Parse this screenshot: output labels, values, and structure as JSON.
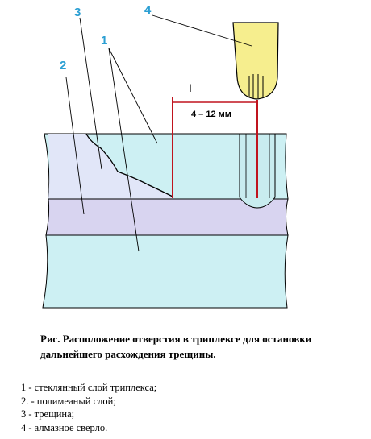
{
  "labels": {
    "callout_1": "1",
    "callout_2": "2",
    "callout_3": "3",
    "callout_4": "4",
    "dimension": "4 – 12 мм",
    "tick_mark": "I"
  },
  "colors": {
    "glass_layer": "#cdf0f3",
    "polymer_layer": "#d8d4f0",
    "crack": "#e1e6f8",
    "drill_bit": "#f6ee8e",
    "hole": "#c8ecef",
    "dimension_line": "#c0141e",
    "callout_text": "#2b9fd3",
    "outline": "#000000"
  },
  "caption": "Рис. Расположение отверстия в триплексе для остановки дальнейшего расхождения трещины.",
  "legend": [
    "1 - стеклянный слой триплекса;",
    "2. - полимеаный слой;",
    "3 - трещина;",
    "4 - алмазное сверло."
  ]
}
